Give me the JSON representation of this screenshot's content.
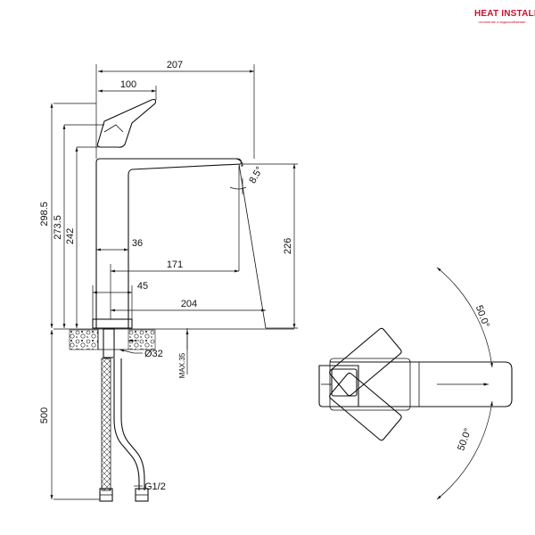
{
  "logo": {
    "brand": "HEAT INSTALL",
    "tagline": "отопление и водоснабжение"
  },
  "dimensions": {
    "d207": "207",
    "d100": "100",
    "d298_5": "298.5",
    "d273_5": "273.5",
    "d242": "242",
    "d36": "36",
    "d171": "171",
    "d45": "45",
    "d204": "204",
    "d226": "226",
    "d500": "500",
    "angle": "8.5°",
    "diameter": "Ø32",
    "max35": "MAX.35",
    "thread": "G1/2"
  },
  "plan_view": {
    "angle_top": "50.0°",
    "angle_bottom": "50.0°"
  }
}
